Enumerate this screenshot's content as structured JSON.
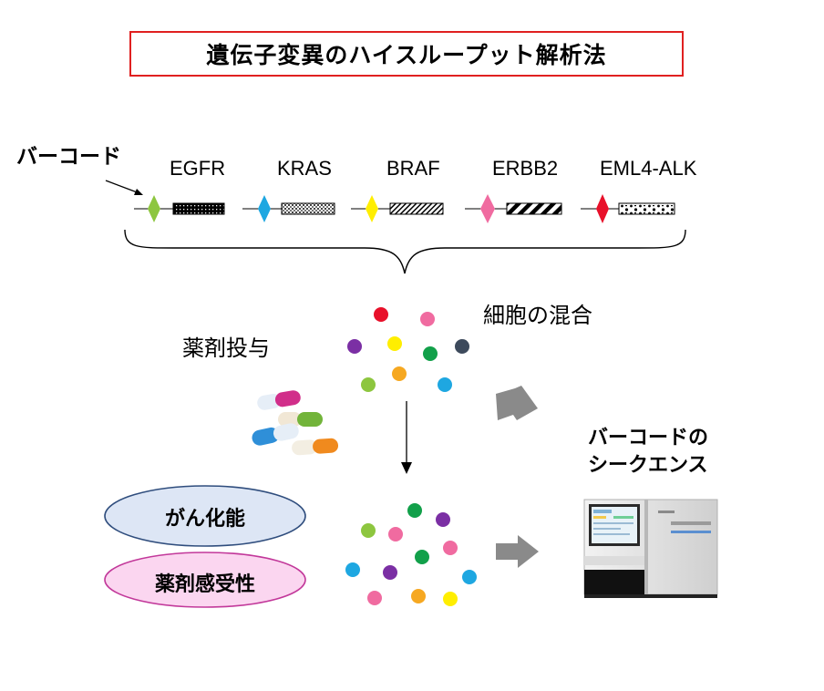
{
  "title": "遺伝子変異のハイスループット解析法",
  "barcode_label": "バーコード",
  "genes": [
    {
      "name": "EGFR",
      "marker_color": "#8dc63f"
    },
    {
      "name": "KRAS",
      "marker_color": "#1ea7e1"
    },
    {
      "name": "BRAF",
      "marker_color": "#ffee00"
    },
    {
      "name": "ERBB2",
      "marker_color": "#f06ba0"
    },
    {
      "name": "EML4-ALK",
      "marker_color": "#e8102a"
    }
  ],
  "mixing_label": "細胞の混合",
  "drug_label": "薬剤投与",
  "sequence_label_line1": "バーコードの",
  "sequence_label_line2": "シークエンス",
  "ellipse_oncogenicity": "がん化能",
  "ellipse_drug_sensitivity": "薬剤感受性",
  "colors": {
    "red": "#e8102a",
    "pink": "#f06ba0",
    "purple": "#7b2fa4",
    "yellow": "#ffee00",
    "green": "#12a04a",
    "navy": "#3d4a5c",
    "lightgreen": "#8dc63f",
    "orange": "#f6a821",
    "blue": "#1ea7e1",
    "ellipse_blue": "#dde6f5",
    "ellipse_pink": "#fbd6f0"
  }
}
